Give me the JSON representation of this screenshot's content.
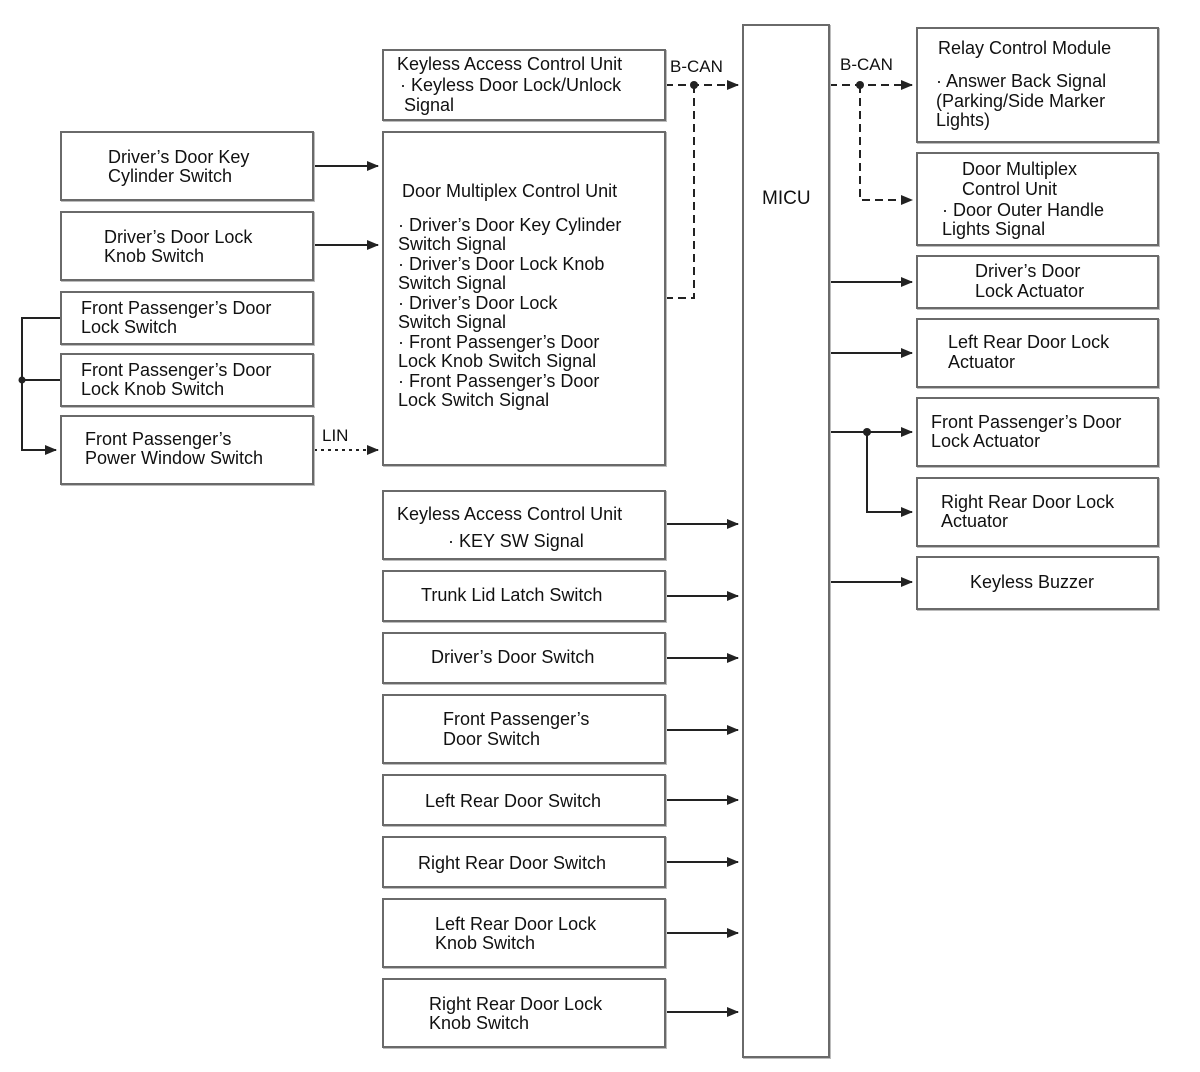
{
  "bus_labels": {
    "left_bcan": "B-CAN",
    "right_bcan": "B-CAN",
    "lin": "LIN"
  },
  "micu": {
    "label": "MICU"
  },
  "left_inputs": {
    "drivers_key_cyl": [
      "Driver’s Door Key",
      "Cylinder Switch"
    ],
    "drivers_lock_knob": [
      "Driver’s Door Lock",
      "Knob Switch"
    ],
    "fp_lock_switch": [
      "Front Passenger’s Door",
      "Lock Switch"
    ],
    "fp_lock_knob": [
      "Front Passenger’s Door",
      "Lock Knob Switch"
    ],
    "fp_power_window": [
      "Front Passenger’s",
      "Power Window Switch"
    ]
  },
  "keyless_top": {
    "title": "Keyless Access Control Unit",
    "lines": [
      "· Keyless Door Lock/Unlock",
      "Signal"
    ]
  },
  "door_multiplex": {
    "title": "Door Multiplex Control Unit",
    "lines": [
      "· Driver’s Door Key Cylinder",
      "Switch Signal",
      "· Driver’s Door Lock Knob",
      "Switch Signal",
      "· Driver’s Door Lock",
      "Switch Signal",
      "· Front Passenger’s Door",
      "Lock Knob Switch Signal",
      "· Front Passenger’s Door",
      "Lock Switch Signal"
    ]
  },
  "center_inputs": {
    "keyless_sw": {
      "title": "Keyless Access Control Unit",
      "line": "· KEY SW Signal"
    },
    "trunk": "Trunk Lid Latch Switch",
    "drivers_door": "Driver’s Door Switch",
    "fp_door": [
      "Front Passenger’s",
      "Door Switch"
    ],
    "lr_door": "Left Rear Door Switch",
    "rr_door": "Right Rear Door Switch",
    "lr_knob": [
      "Left Rear Door Lock",
      "Knob Switch"
    ],
    "rr_knob": [
      "Right Rear Door Lock",
      "Knob Switch"
    ]
  },
  "outputs": {
    "relay": {
      "title": "Relay Control Module",
      "lines": [
        "· Answer Back Signal",
        "(Parking/Side Marker",
        "Lights)"
      ]
    },
    "door_mux_out": {
      "lines": [
        "Door Multiplex",
        "Control Unit",
        "· Door Outer Handle",
        "Lights Signal"
      ]
    },
    "drivers_actuator": [
      "Driver’s Door",
      "Lock Actuator"
    ],
    "lr_actuator": [
      "Left Rear Door Lock",
      "Actuator"
    ],
    "fp_actuator": [
      "Front Passenger’s Door",
      "Lock Actuator"
    ],
    "rr_actuator": [
      "Right Rear Door Lock",
      "Actuator"
    ],
    "buzzer": "Keyless Buzzer"
  }
}
